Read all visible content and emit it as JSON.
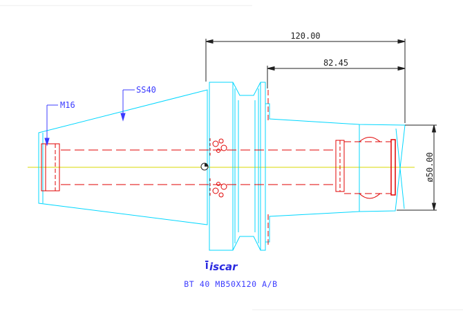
{
  "dimensions": {
    "overall_length": "120.00",
    "body_length": "82.45",
    "diameter": "ø50.00"
  },
  "callouts": {
    "thread": "M16",
    "spindle": "SS40"
  },
  "logo": "iscar",
  "part_name": "BT 40 MB50X120 A/B",
  "colors": {
    "outline": "#00d7ff",
    "hidden": "#e00000",
    "centerline": "#d8d800",
    "dimension": "#1f1f1f",
    "annotation": "#3b3bff"
  }
}
